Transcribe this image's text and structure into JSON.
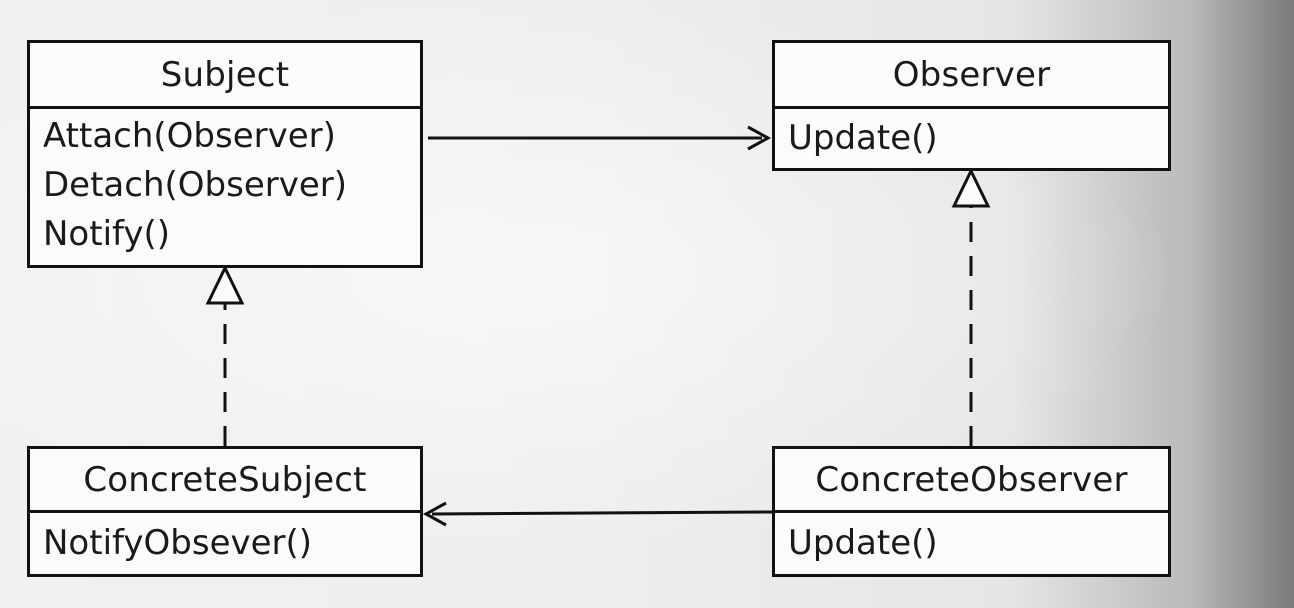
{
  "diagram": {
    "classes": [
      {
        "id": "subject",
        "name": "Subject",
        "methods": [
          "Attach(Observer)",
          "Detach(Observer)",
          "Notify()"
        ]
      },
      {
        "id": "observer",
        "name": "Observer",
        "methods": [
          "Update()"
        ]
      },
      {
        "id": "concrete_subject",
        "name": "ConcreteSubject",
        "methods": [
          "NotifyObsever()"
        ]
      },
      {
        "id": "concrete_observer",
        "name": "ConcreteObserver",
        "methods": [
          "Update()"
        ]
      }
    ],
    "relations": [
      {
        "from": "subject",
        "to": "observer",
        "kind": "association",
        "line": "solid",
        "head": "open-arrow"
      },
      {
        "from": "concrete_observer",
        "to": "concrete_subject",
        "kind": "association",
        "line": "solid",
        "head": "open-arrow"
      },
      {
        "from": "concrete_subject",
        "to": "subject",
        "kind": "realization",
        "line": "dashed",
        "head": "hollow-triangle"
      },
      {
        "from": "concrete_observer",
        "to": "observer",
        "kind": "realization",
        "line": "dashed",
        "head": "hollow-triangle"
      }
    ],
    "colors": {
      "stroke": "#111111",
      "box_fill": "#fbfbfb",
      "background": "#eeeeee"
    }
  }
}
